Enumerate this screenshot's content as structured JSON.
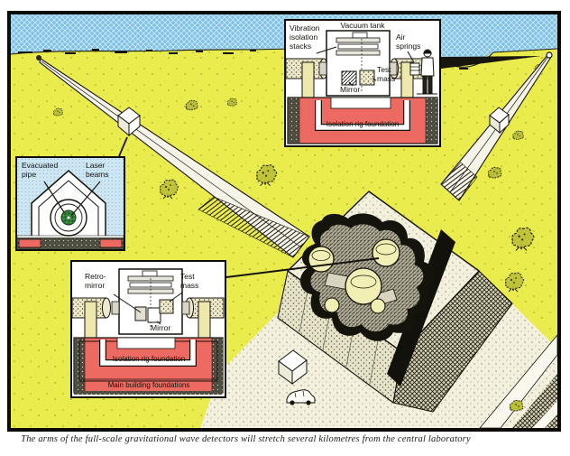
{
  "caption": "The arms of the full-scale gravitational wave detectors will stretch several kilometres from the central laboratory",
  "scene": {
    "description": "Aerial cutaway illustration: two long evacuated arms of a gravitational wave detector stretch across fields from a central laboratory; cutaway insets show the end station, the pipe cross-section and the central station.",
    "colors": {
      "sky": "#7fc2e8",
      "field": "#eaec4e",
      "foundation_red": "#ec6a62",
      "pillar_yellow": "#efe8ac",
      "laser_green": "#2e7d36",
      "ink": "#14130c",
      "paper": "#ffffff"
    }
  },
  "insets": {
    "end_station": {
      "labels": {
        "vibration_isolation_stacks": "Vibration isolation stacks",
        "vacuum_tank": "Vacuum tank",
        "air_springs": "Air springs",
        "test_mass": "Test mass",
        "mirror": "Mirror",
        "isolation_rig_foundation": "Isolation rig foundation"
      }
    },
    "pipe_cross_section": {
      "labels": {
        "evacuated_pipe": "Evacuated pipe",
        "laser_beams": "Laser beams"
      }
    },
    "central_station": {
      "labels": {
        "retro_mirror": "Retro-mirror",
        "test_mass": "Test mass",
        "mirror": "Mirror",
        "isolation_rig_foundation": "Isolation rig foundation",
        "main_building_foundations": "Main building foundations"
      }
    }
  }
}
